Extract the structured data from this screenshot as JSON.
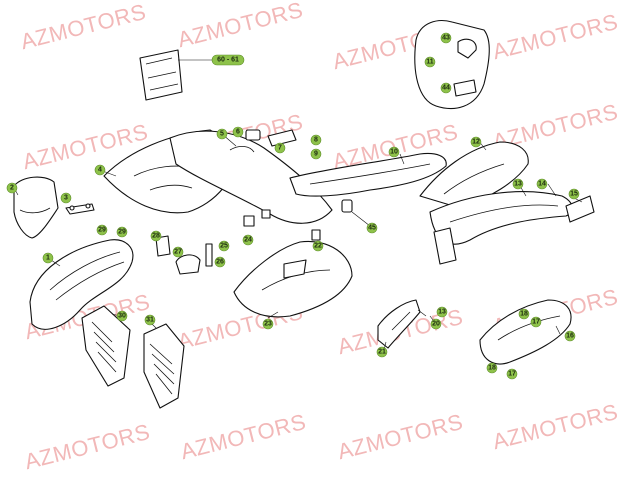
{
  "watermark": "AZMOTORS",
  "colors": {
    "callout_fill": "#8ec24a",
    "watermark": "#f2b8b8"
  },
  "callouts": [
    {
      "label": "1"
    },
    {
      "label": "2"
    },
    {
      "label": "3"
    },
    {
      "label": "4"
    },
    {
      "label": "5"
    },
    {
      "label": "6"
    },
    {
      "label": "7"
    },
    {
      "label": "8"
    },
    {
      "label": "9"
    },
    {
      "label": "10"
    },
    {
      "label": "11"
    },
    {
      "label": "12"
    },
    {
      "label": "13"
    },
    {
      "label": "13"
    },
    {
      "label": "14"
    },
    {
      "label": "15"
    },
    {
      "label": "16"
    },
    {
      "label": "17"
    },
    {
      "label": "17"
    },
    {
      "label": "18"
    },
    {
      "label": "18"
    },
    {
      "label": "20"
    },
    {
      "label": "21"
    },
    {
      "label": "22"
    },
    {
      "label": "23"
    },
    {
      "label": "24"
    },
    {
      "label": "25"
    },
    {
      "label": "26"
    },
    {
      "label": "27"
    },
    {
      "label": "28"
    },
    {
      "label": "29"
    },
    {
      "label": "29"
    },
    {
      "label": "30"
    },
    {
      "label": "31"
    },
    {
      "label": "43"
    },
    {
      "label": "44"
    },
    {
      "label": "45"
    },
    {
      "label": "60 - 61"
    }
  ]
}
